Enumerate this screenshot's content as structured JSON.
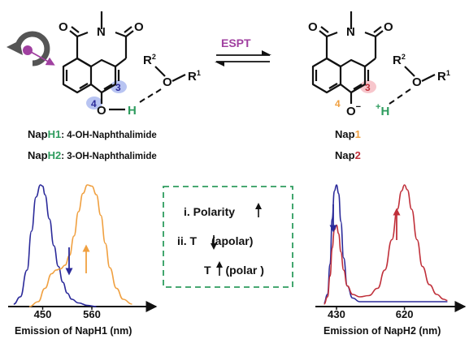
{
  "scheme": {
    "esptLabel": "ESPT",
    "atoms": {
      "O": "O",
      "N": "N",
      "H": "H",
      "R1": "R",
      "R1sup": "1",
      "R2": "R",
      "R2sup": "2"
    },
    "left": {
      "pos3": "3",
      "pos4": "4",
      "names": [
        {
          "prefix": "Nap",
          "hl": "H1",
          "rest": ": 4-OH-Naphthalimide"
        },
        {
          "prefix": "Nap",
          "hl": "H2",
          "rest": ": 3-OH-Naphthalimide"
        }
      ]
    },
    "right": {
      "pos3": "3",
      "pos4": "4",
      "minus": "−",
      "plus": "+",
      "names": [
        {
          "prefix": "Nap",
          "num": "1"
        },
        {
          "prefix": "Nap",
          "num": "2"
        }
      ]
    }
  },
  "conditions": {
    "line1": {
      "text": "i. Polarity"
    },
    "line2": {
      "text": "ii. T",
      "suffix": " (apolar)"
    },
    "line3": {
      "text": "T",
      "suffix": " (polar )"
    }
  },
  "chart_data": [
    {
      "type": "line",
      "xlabel": "Emission of NapH1 (nm)",
      "xticks": [
        450,
        560
      ],
      "xlim": [
        380,
        700
      ],
      "ylim": [
        0,
        1
      ],
      "series": [
        {
          "color": "#2b2a9a",
          "x": [
            385,
            400,
            415,
            425,
            435,
            445,
            450,
            455,
            465,
            475,
            485,
            495,
            505,
            515,
            530,
            550,
            570
          ],
          "y": [
            0.02,
            0.08,
            0.3,
            0.62,
            0.9,
            1.0,
            0.99,
            0.92,
            0.72,
            0.5,
            0.33,
            0.2,
            0.11,
            0.06,
            0.03,
            0.01,
            0.0
          ]
        },
        {
          "color": "#f0a040",
          "x": [
            420,
            440,
            455,
            470,
            480,
            490,
            500,
            510,
            520,
            530,
            540,
            550,
            560,
            570,
            580,
            590,
            600,
            615,
            630,
            650
          ],
          "y": [
            0.0,
            0.04,
            0.15,
            0.27,
            0.3,
            0.31,
            0.34,
            0.42,
            0.58,
            0.78,
            0.93,
            1.0,
            0.99,
            0.92,
            0.75,
            0.52,
            0.32,
            0.15,
            0.06,
            0.02
          ]
        }
      ],
      "arrows": [
        {
          "direction": "down",
          "color": "#2b2a9a"
        },
        {
          "direction": "up",
          "color": "#f0a040"
        }
      ]
    },
    {
      "type": "line",
      "xlabel": "Emission of NapH2 (nm)",
      "xticks": [
        430,
        620
      ],
      "xlim": [
        380,
        780
      ],
      "ylim": [
        0,
        1
      ],
      "series": [
        {
          "color": "#2b2a9a",
          "x": [
            395,
            405,
            412,
            418,
            424,
            430,
            436,
            442,
            450,
            460,
            475,
            495,
            520,
            560,
            600,
            640,
            680,
            720,
            740
          ],
          "y": [
            0.03,
            0.1,
            0.35,
            0.72,
            0.95,
            1.0,
            0.93,
            0.7,
            0.4,
            0.17,
            0.07,
            0.04,
            0.04,
            0.04,
            0.04,
            0.04,
            0.04,
            0.04,
            0.04
          ]
        },
        {
          "color": "#c0303a",
          "x": [
            395,
            405,
            412,
            418,
            424,
            430,
            436,
            442,
            450,
            460,
            475,
            495,
            520,
            545,
            565,
            585,
            600,
            612,
            620,
            628,
            640,
            655,
            670,
            690,
            710,
            730,
            740
          ],
          "y": [
            0.02,
            0.08,
            0.25,
            0.48,
            0.63,
            0.67,
            0.6,
            0.45,
            0.3,
            0.17,
            0.1,
            0.08,
            0.09,
            0.15,
            0.3,
            0.55,
            0.8,
            0.95,
            1.0,
            0.96,
            0.8,
            0.55,
            0.33,
            0.18,
            0.1,
            0.06,
            0.05
          ]
        }
      ],
      "arrows": [
        {
          "direction": "down",
          "color": "#2b2a9a"
        },
        {
          "direction": "up",
          "color": "#c0303a"
        }
      ]
    }
  ],
  "colors": {
    "blue": "#2b2a9a",
    "orange": "#f0a040",
    "red": "#c0303a",
    "green": "#2e9c5e",
    "purple": "#a040a0",
    "hl_blue": "#b8c4f2",
    "hl_red": "#f7c6cc"
  }
}
